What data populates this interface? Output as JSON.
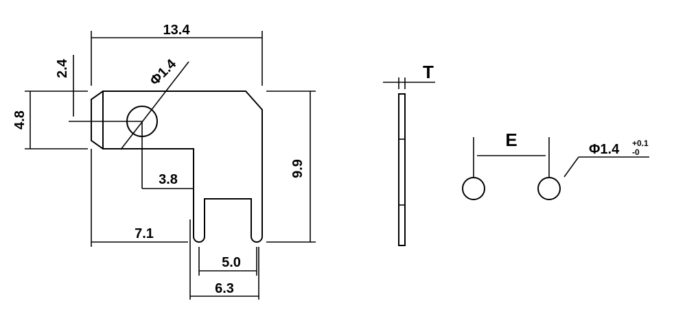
{
  "front_view": {
    "width_overall": "13.4",
    "height_overall": "9.9",
    "tab_height": "4.8",
    "hole_offset_vertical": "2.4",
    "hole_diameter": "Φ1.4",
    "hole_to_leg": "3.8",
    "left_to_leg": "7.1",
    "slot_width": "5.0",
    "legs_width": "6.3"
  },
  "side_view": {
    "thickness": "T"
  },
  "pcb_layout": {
    "spacing": "E",
    "hole_diameter": "Φ1.4",
    "tol_plus": "+0.1",
    "tol_minus": "-0"
  }
}
